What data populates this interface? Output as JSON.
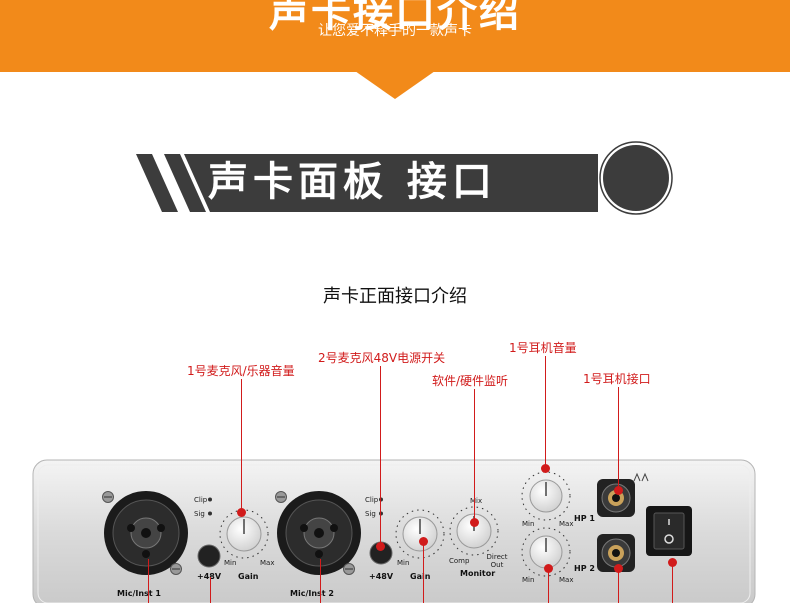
{
  "banner": {
    "title": "声卡接口介绍",
    "subtitle": "让您爱不释手的一款声卡"
  },
  "panel_badge": {
    "title": "声卡面板 接口"
  },
  "section": {
    "title": "声卡正面接口介绍"
  },
  "callouts": {
    "gain1": "1号麦克风/乐器音量",
    "phantom2": "2号麦克风48V电源开关",
    "monitor": "软件/硬件监听",
    "hp1_volume": "1号耳机音量",
    "hp1_jack": "1号耳机接口"
  },
  "device": {
    "ch1_label": "Mic/Inst 1",
    "ch2_label": "Mic/Inst 2",
    "clip": "Clip",
    "sig": "Sig",
    "phantom": "+48V",
    "gain": "Gain",
    "min": "Min",
    "max": "Max",
    "mix": "Mix",
    "comp": "Comp",
    "direct_out": "Direct Out",
    "monitor": "Monitor",
    "hp1": "HP 1",
    "hp2": "HP 2"
  },
  "colors": {
    "banner": "#f28a1a",
    "badge": "#3c3c3c",
    "callout": "#d11b1b",
    "panel": "#dcdcdc"
  }
}
